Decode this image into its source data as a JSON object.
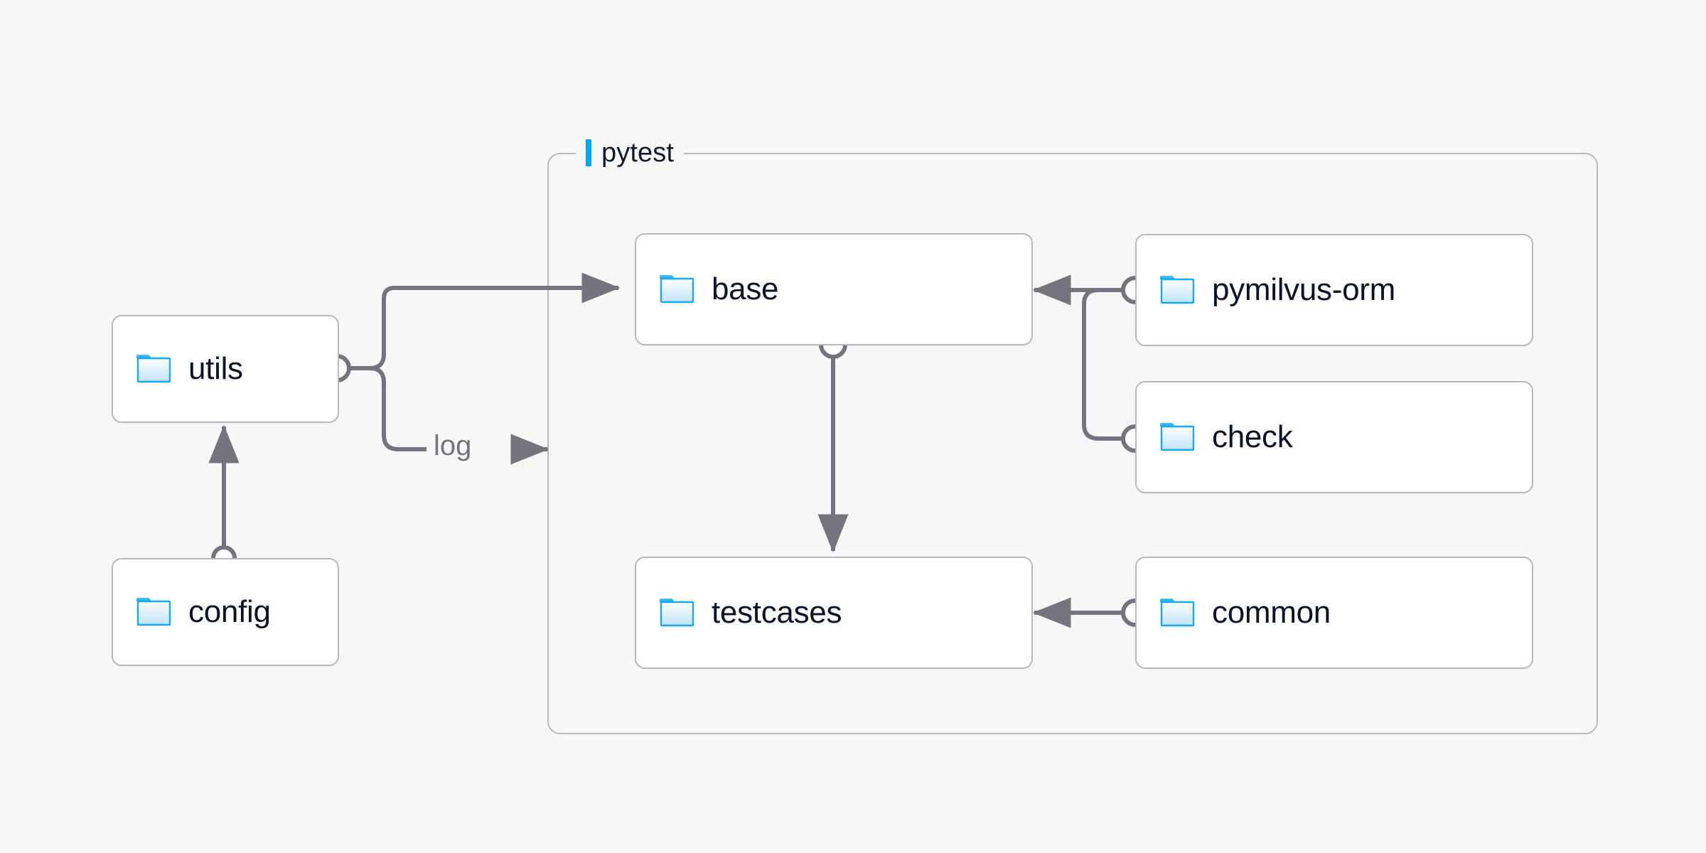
{
  "diagram": {
    "background_color": "#f7f7f8",
    "accent_color": "#00a7f0",
    "node_border_color": "#b9b7c4",
    "edge_color": "#74747f",
    "text_color": "#0c1326",
    "group": {
      "label": "pytest",
      "icon": "group-accent-bar"
    },
    "nodes": [
      {
        "id": "utils",
        "label": "utils",
        "icon": "folder-icon"
      },
      {
        "id": "config",
        "label": "config",
        "icon": "folder-icon"
      },
      {
        "id": "base",
        "label": "base",
        "icon": "folder-icon"
      },
      {
        "id": "testcases",
        "label": "testcases",
        "icon": "folder-icon"
      },
      {
        "id": "pymilvus-orm",
        "label": "pymilvus-orm",
        "icon": "folder-icon"
      },
      {
        "id": "check",
        "label": "check",
        "icon": "folder-icon"
      },
      {
        "id": "common",
        "label": "common",
        "icon": "folder-icon"
      }
    ],
    "edges": [
      {
        "from": "utils",
        "to": "base",
        "label": ""
      },
      {
        "from": "utils",
        "to": "pytest",
        "label": "log"
      },
      {
        "from": "config",
        "to": "utils",
        "label": ""
      },
      {
        "from": "base",
        "to": "testcases",
        "label": ""
      },
      {
        "from": "pymilvus-orm",
        "to": "base",
        "label": ""
      },
      {
        "from": "check",
        "to": "base",
        "label": ""
      },
      {
        "from": "common",
        "to": "testcases",
        "label": ""
      }
    ]
  }
}
